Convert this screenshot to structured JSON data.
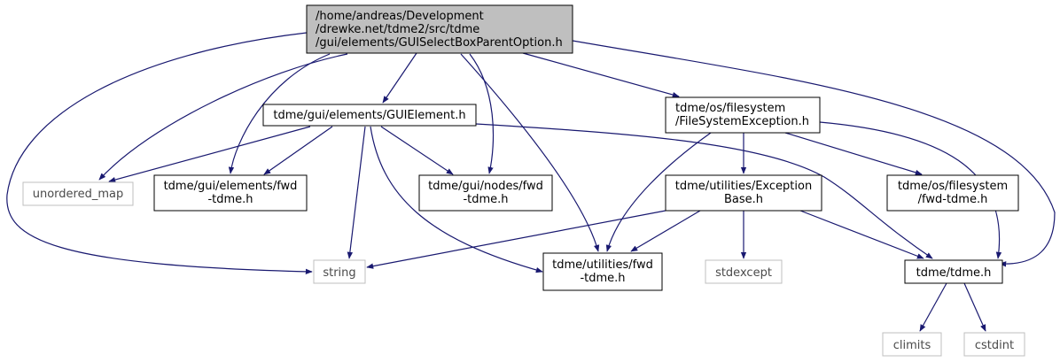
{
  "colors": {
    "edge": "#191970",
    "root_fill": "#bfbfbf",
    "node_border": "#000000",
    "external_border": "#bfbfbf"
  },
  "nodes": {
    "root": {
      "lines": [
        "/home/andreas/Development",
        "/drewke.net/tdme2/src/tdme",
        "/gui/elements/GUISelectBoxParentOption.h"
      ]
    },
    "guielement": {
      "lines": [
        "tdme/gui/elements/GUIElement.h"
      ]
    },
    "filesystemexception": {
      "lines": [
        "tdme/os/filesystem",
        "/FileSystemException.h"
      ]
    },
    "unordered_map": {
      "lines": [
        "unordered_map"
      ]
    },
    "elements_fwd": {
      "lines": [
        "tdme/gui/elements/fwd",
        "-tdme.h"
      ]
    },
    "nodes_fwd": {
      "lines": [
        "tdme/gui/nodes/fwd",
        "-tdme.h"
      ]
    },
    "exceptionbase": {
      "lines": [
        "tdme/utilities/Exception",
        "Base.h"
      ]
    },
    "filesystem_fwd": {
      "lines": [
        "tdme/os/filesystem",
        "/fwd-tdme.h"
      ]
    },
    "string": {
      "lines": [
        "string"
      ]
    },
    "utilities_fwd": {
      "lines": [
        "tdme/utilities/fwd",
        "-tdme.h"
      ]
    },
    "stdexcept": {
      "lines": [
        "stdexcept"
      ]
    },
    "tdme_h": {
      "lines": [
        "tdme/tdme.h"
      ]
    },
    "climits": {
      "lines": [
        "climits"
      ]
    },
    "cstdint": {
      "lines": [
        "cstdint"
      ]
    }
  }
}
